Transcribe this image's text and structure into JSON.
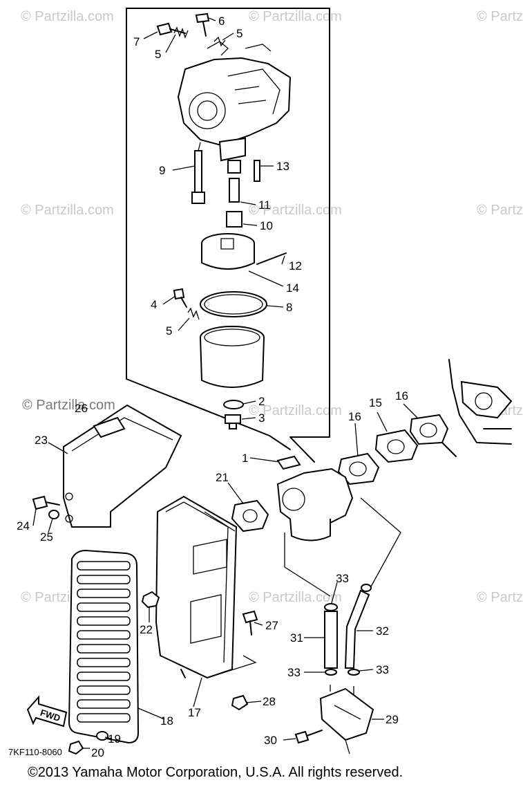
{
  "watermark": {
    "text": "© Partzilla.com"
  },
  "callouts": [
    "1",
    "2",
    "3",
    "4",
    "5",
    "6",
    "7",
    "8",
    "9",
    "10",
    "11",
    "12",
    "13",
    "14",
    "15",
    "16",
    "17",
    "18",
    "19",
    "20",
    "21",
    "22",
    "23",
    "24",
    "25",
    "27",
    "28",
    "29",
    "30",
    "31",
    "32",
    "33"
  ],
  "drawing_code": "7KF110-8060",
  "fwd_label": "FWD",
  "copyright": "©2013  Yamaha Motor Corporation, U.S.A. All rights reserved."
}
